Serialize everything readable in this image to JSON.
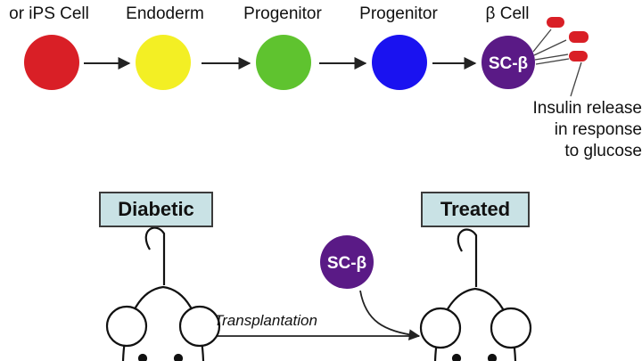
{
  "stages": [
    {
      "label_lines": [
        "or iPS Cell"
      ],
      "color": "#d91f26"
    },
    {
      "label_lines": [
        "Endoderm"
      ],
      "color": "#f3ef24"
    },
    {
      "label_lines": [
        "Progenitor"
      ],
      "color": "#5fc32f"
    },
    {
      "label_lines": [
        "Progenitor"
      ],
      "color": "#1a12f0"
    },
    {
      "label_lines": [
        "β Cell"
      ],
      "color": "#5a1a86"
    }
  ],
  "sc_beta_label": "SC-β",
  "insulin_note": [
    "Insulin release",
    "in response",
    "to glucose"
  ],
  "insulin_color": "#d91f26",
  "diabetic_label": "Diabetic",
  "treated_label": "Treated",
  "transplant_label": "Transplantation",
  "box_fill": "#c9e2e5"
}
